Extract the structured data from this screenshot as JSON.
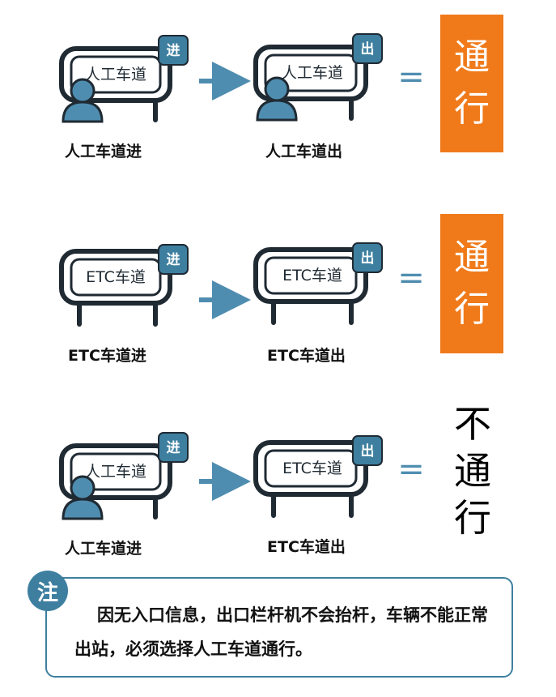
{
  "rows": [
    {
      "entry": {
        "sign": "人工车道",
        "badge": "进",
        "caption": "人工车道进"
      },
      "exit": {
        "sign": "人工车道",
        "badge": "出",
        "caption": "人工车道出"
      },
      "equals": "=",
      "result": [
        "通",
        "行"
      ]
    },
    {
      "entry": {
        "sign": "ETC车道",
        "badge": "进",
        "caption": "ETC车道进"
      },
      "exit": {
        "sign": "ETC车道",
        "badge": "出",
        "caption": "ETC车道出"
      },
      "equals": "=",
      "result": [
        "通",
        "行"
      ]
    },
    {
      "entry": {
        "sign": "人工车道",
        "badge": "进",
        "caption": "人工车道进"
      },
      "exit": {
        "sign": "ETC车道",
        "badge": "出",
        "caption": "ETC车道出"
      },
      "equals": "=",
      "result": [
        "不",
        "通",
        "行"
      ]
    }
  ],
  "note": {
    "badge": "注",
    "text": "因无入口信息，出口栏杆机不会抬杆，车辆不能正常出站，必须选择人工车道通行。"
  },
  "colors": {
    "accent": "#3e7fa0",
    "result_orange": "#f07a1a",
    "person": "#4f8db0"
  }
}
